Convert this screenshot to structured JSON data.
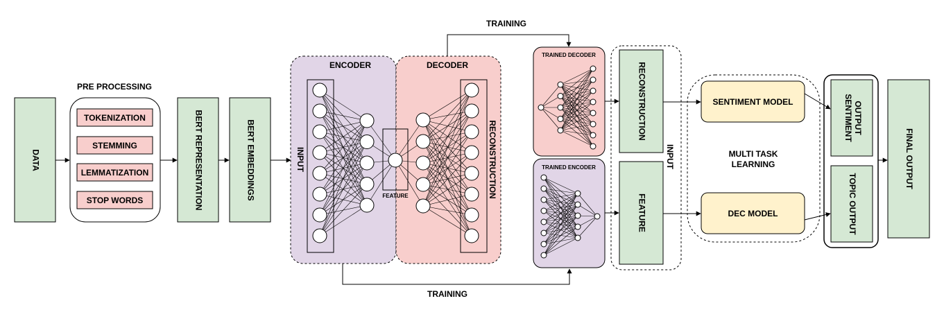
{
  "data_label": "DATA",
  "preprocessing": {
    "title": "PRE PROCESSING",
    "steps": [
      "TOKENIZATION",
      "STEMMING",
      "LEMMATIZATION",
      "STOP WORDS"
    ]
  },
  "bert_representation": "BERT REPRESENTATION",
  "bert_embeddings": "BERT EMBEDDINGS",
  "autoencoder": {
    "encoder_title": "ENCODER",
    "decoder_title": "DECODER",
    "input_label": "INPUT",
    "feature_label": "FEATURE",
    "reconstruction_label": "RECONSTRUCTION"
  },
  "training_top": "TRAINING",
  "training_bottom": "TRAINING",
  "trained_decoder": "TRAINED DECODER",
  "trained_encoder": "TRAINED ENCODER",
  "input_group": {
    "reconstruction": "RECONSTRUCTION",
    "feature": "FEATURE",
    "input_label": "INPUT"
  },
  "multitask": {
    "title_line1": "MULTI TASK",
    "title_line2": "LEARNING",
    "sentiment_model": "SENTIMENT MODEL",
    "dec_model": "DEC MODEL"
  },
  "outputs": {
    "sentiment_line1": "SENTIMENT",
    "sentiment_line2": "OUTPUT",
    "topic": "TOPIC OUTPUT"
  },
  "final_output": "FINAL OUTPUT",
  "colors": {
    "green": "#d5e8d4",
    "pink": "#f8cecc",
    "purple": "#e1d5e7",
    "yellow": "#fff2cc"
  }
}
